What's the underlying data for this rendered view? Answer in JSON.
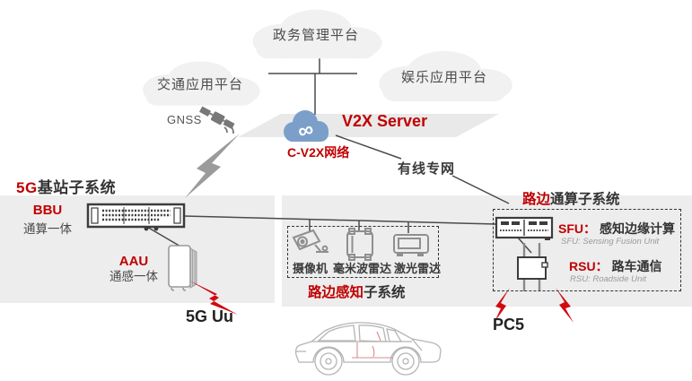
{
  "colors": {
    "accent": "#c00000",
    "bolt": "#d10a10",
    "panel": "#ededed"
  },
  "platforms": {
    "gov": "政务管理平台",
    "traffic": "交通应用平台",
    "entertainment": "娱乐应用平台"
  },
  "core": {
    "gnss": "GNSS",
    "server": "V2X Server",
    "network": "C-V2X网络",
    "wired_link": "有线专网"
  },
  "base_station": {
    "title_accent": "5G",
    "title_rest": "基站子系统",
    "bbu_label": "BBU",
    "bbu_sub": "通算一体",
    "aau_label": "AAU",
    "aau_sub": "通感一体",
    "uu_link": "5G Uu"
  },
  "sensing": {
    "title_accent": "路边感知",
    "title_rest": "子系统",
    "sensors": [
      "摄像机",
      "毫米波雷达",
      "激光雷达"
    ]
  },
  "computing": {
    "title_accent": "路边",
    "title_rest": "通算子系统",
    "sfu_label": "SFU：",
    "sfu_desc": "感知边缘计算",
    "sfu_en": "SFU: Sensing Fusion Unit",
    "rsu_label": "RSU：",
    "rsu_desc": "路车通信",
    "rsu_en": "RSU: Roadside Unit",
    "pc5_link": "PC5"
  }
}
